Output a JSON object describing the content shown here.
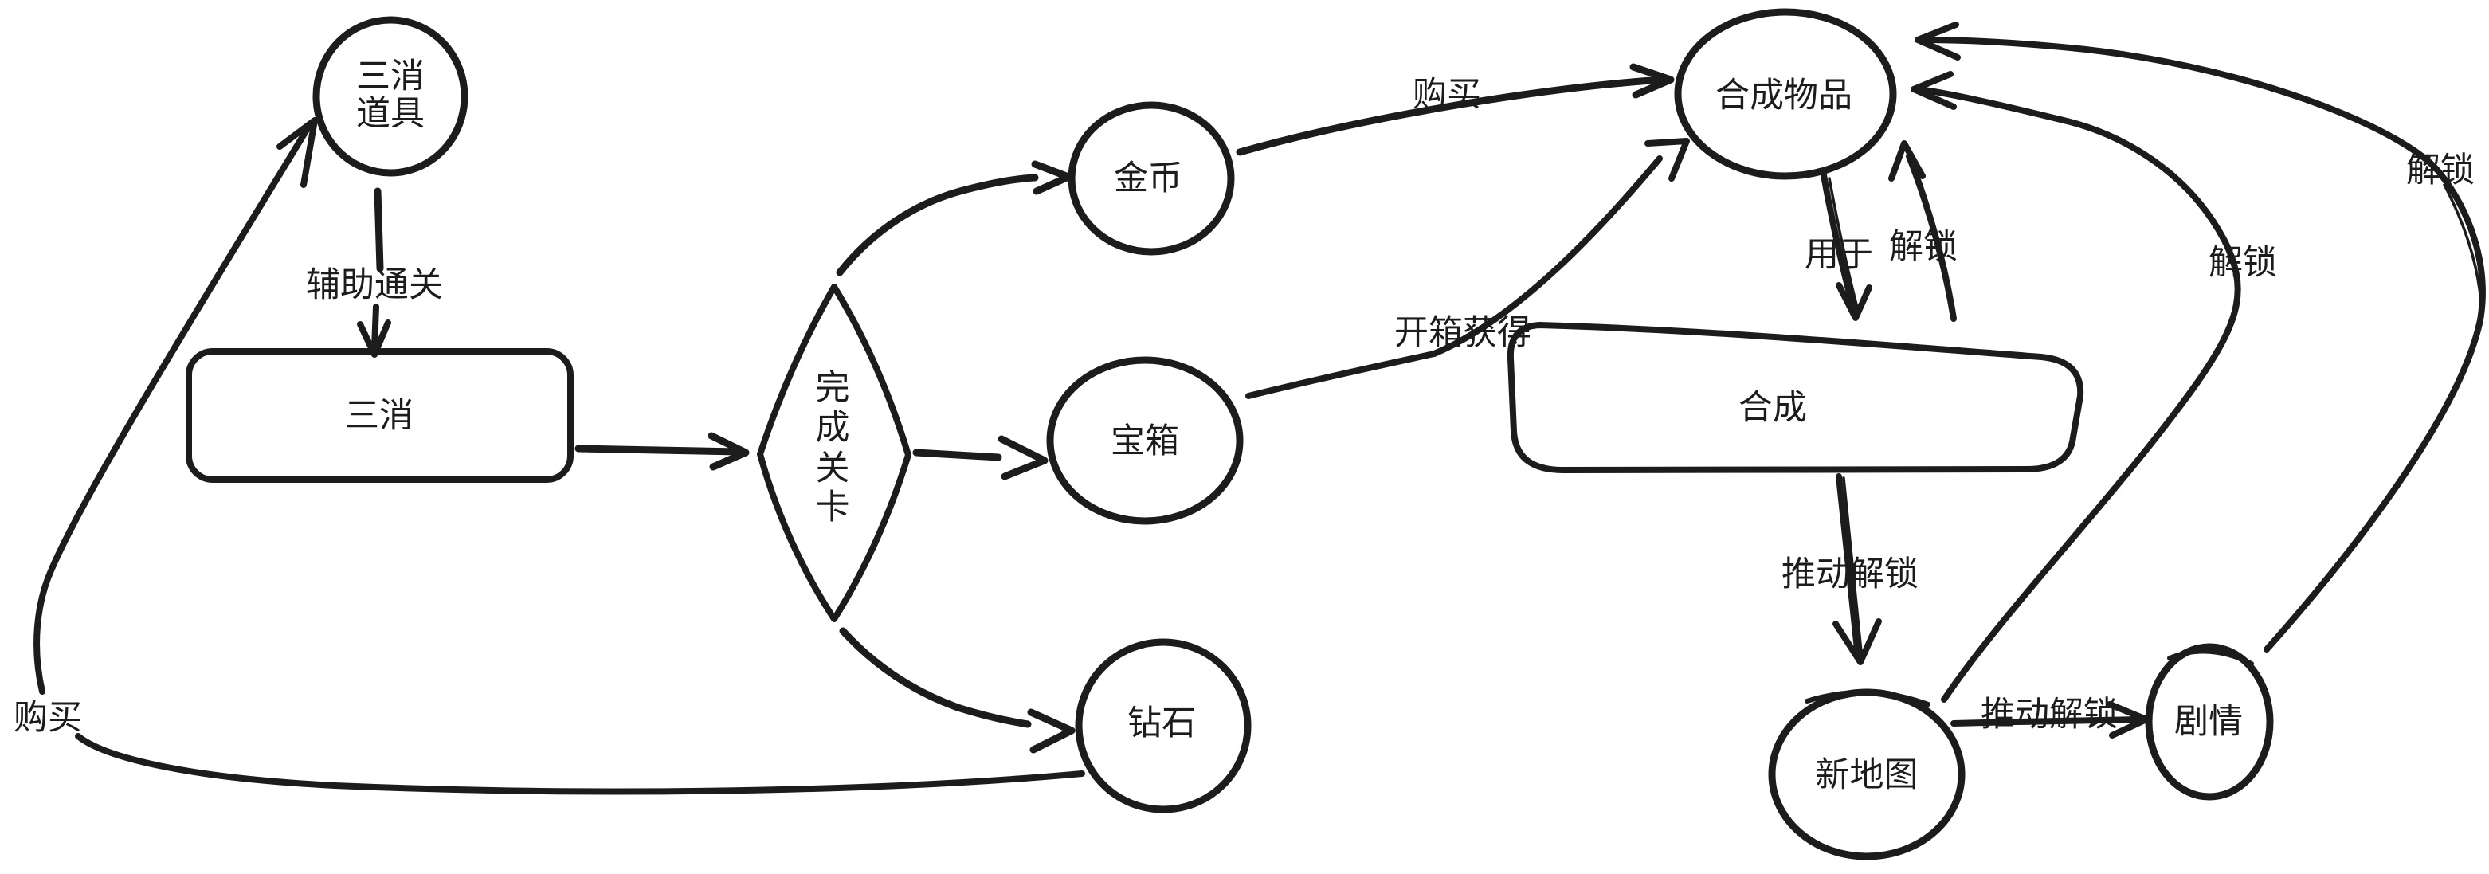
{
  "diagram": {
    "background": "#ffffff",
    "ink_color": "#1c1c1c",
    "nodes": {
      "match3_item": {
        "shape": "ellipse",
        "lines": [
          "三消",
          "道具"
        ]
      },
      "match3": {
        "shape": "rounded-rect",
        "label": "三消"
      },
      "level_complete": {
        "shape": "diamond",
        "label": "完成关卡",
        "chars": [
          "完",
          "成",
          "关",
          "卡"
        ]
      },
      "gold": {
        "shape": "ellipse",
        "label": "金币"
      },
      "chest": {
        "shape": "ellipse",
        "label": "宝箱"
      },
      "gem": {
        "shape": "ellipse",
        "label": "钻石"
      },
      "synth_item": {
        "shape": "ellipse",
        "label": "合成物品"
      },
      "synthesize": {
        "shape": "rounded-rect",
        "label": "合成"
      },
      "new_map": {
        "shape": "ellipse",
        "label": "新地图"
      },
      "story": {
        "shape": "ellipse",
        "label": "剧情"
      }
    },
    "edges": [
      {
        "from": "gem",
        "to": "match3_item",
        "label": "购买"
      },
      {
        "from": "match3_item",
        "to": "match3",
        "label": "辅助通关"
      },
      {
        "from": "match3",
        "to": "level_complete",
        "label": ""
      },
      {
        "from": "level_complete",
        "to": "gold",
        "label": ""
      },
      {
        "from": "level_complete",
        "to": "chest",
        "label": ""
      },
      {
        "from": "level_complete",
        "to": "gem",
        "label": ""
      },
      {
        "from": "gold",
        "to": "synth_item",
        "label": "购买"
      },
      {
        "from": "chest",
        "to": "synth_item",
        "label": "开箱获得"
      },
      {
        "from": "synth_item",
        "to": "synthesize",
        "label": "用于"
      },
      {
        "from": "synthesize",
        "to": "synth_item",
        "label": "解锁"
      },
      {
        "from": "synthesize",
        "to": "new_map",
        "label": "推动解锁"
      },
      {
        "from": "new_map",
        "to": "story",
        "label": "推动解锁"
      },
      {
        "from": "new_map",
        "to": "synth_item",
        "label": "解锁"
      },
      {
        "from": "story",
        "to": "synth_item",
        "label": "解锁"
      }
    ]
  }
}
